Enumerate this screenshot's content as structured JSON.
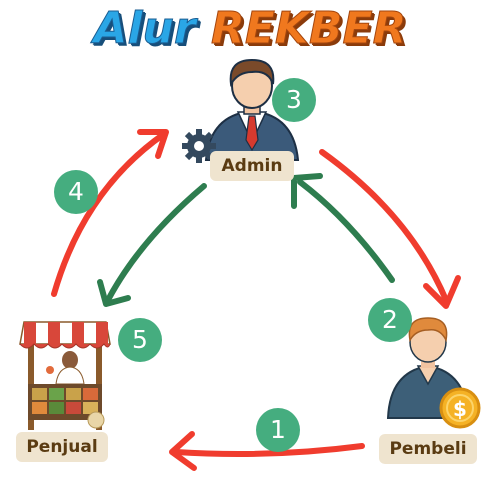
{
  "title": {
    "part1": "Alur",
    "part2": "REKBER"
  },
  "nodes": {
    "admin": "Admin",
    "pembeli": "Pembeli",
    "penjual": "Penjual"
  },
  "steps": [
    "1",
    "2",
    "3",
    "4",
    "5"
  ],
  "colors": {
    "arrow_red": "#f03c2e",
    "arrow_green": "#2e7d4f",
    "badge": "#45ad7f",
    "label_bg": "#efe4cf",
    "label_text": "#5a3b12",
    "title_blue": "#2aa6e6",
    "title_orange": "#f0781e"
  },
  "icons": {
    "admin": "businessman-with-gear-icon",
    "pembeli": "buyer-with-coin-icon",
    "penjual": "market-stall-seller-icon",
    "coin": "dollar-coin-icon"
  }
}
